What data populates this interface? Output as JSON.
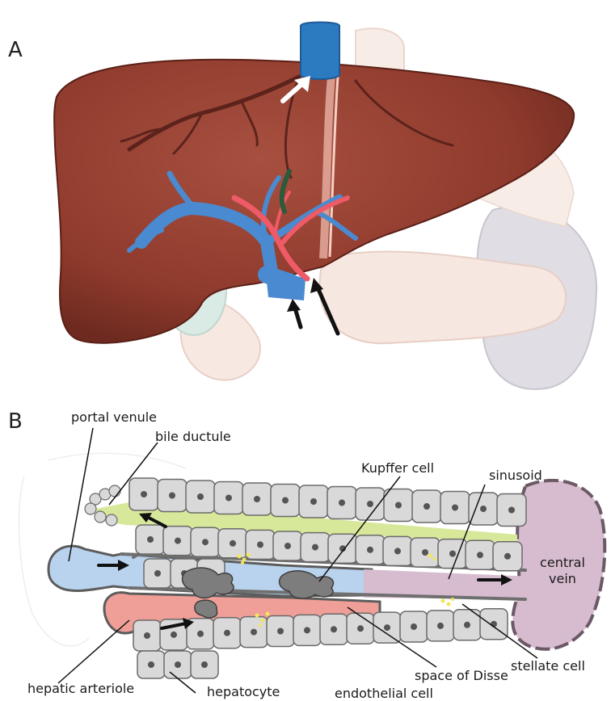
{
  "panels": {
    "a": {
      "letter": "A"
    },
    "b": {
      "letter": "B"
    }
  },
  "labels": {
    "portal_venule": "portal venule",
    "bile_ductule": "bile ductule",
    "kupffer_cell": "Kupffer cell",
    "sinusoid": "sinusoid",
    "central_vein_1": "central",
    "central_vein_2": "vein",
    "stellate_cell": "stellate cell",
    "space_of_disse": "space of Disse",
    "hepatic_arteriole": "hepatic arteriole",
    "hepatocyte": "hepatocyte",
    "endothelial_cell": "endothelial cell"
  },
  "colors": {
    "liver": "#8e3a2c",
    "portal_vein": "#4a8ad0",
    "hepatic_artery": "#ee5a66",
    "hepatic_vein": "#2c7bc0",
    "bile": "#d8e89a",
    "portal_blood": "#b9d3ef",
    "central_blood": "#d7bcd0",
    "arterial_blood": "#ef9f97",
    "hepatocyte_fill": "#d9d9d9"
  }
}
